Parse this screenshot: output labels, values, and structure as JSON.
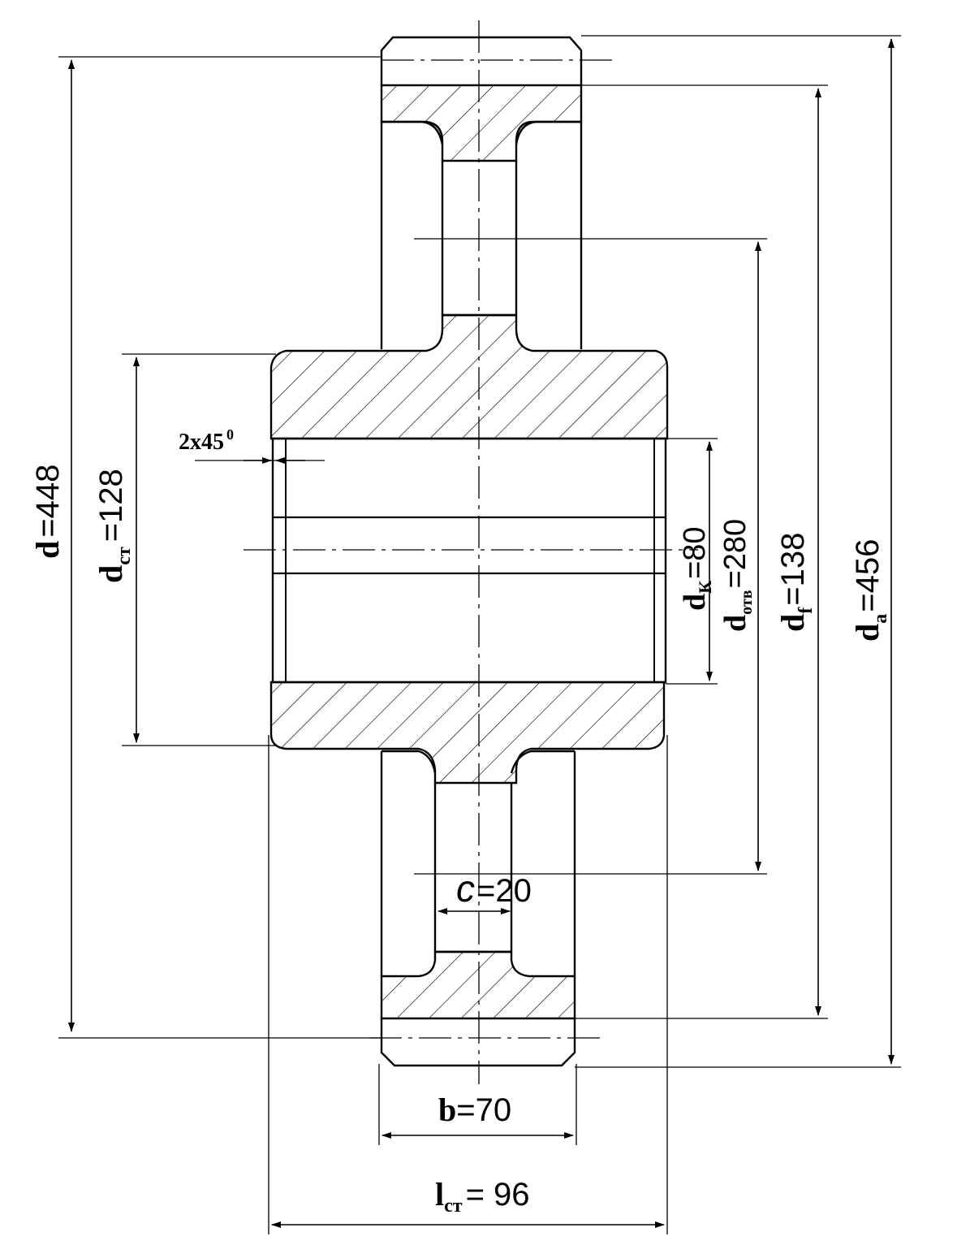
{
  "labels": {
    "d": {
      "sym": "d",
      "val": "=448"
    },
    "d_st": {
      "sym": "d",
      "sub": "ст",
      "val": "=128"
    },
    "chamfer": {
      "text": "2x45",
      "sup": "0"
    },
    "d_k": {
      "sym": "d",
      "sub": "К",
      "val": "=80"
    },
    "d_otv": {
      "sym": "d",
      "sub": "отв",
      "val": "=280"
    },
    "d_f": {
      "sym": "d",
      "sub": "f",
      "val": "=138"
    },
    "d_a": {
      "sym": "d",
      "sub": "a",
      "val": "=456"
    },
    "c": {
      "sym": "c",
      "val": "=20"
    },
    "b": {
      "sym": "b",
      "val": "=70"
    },
    "l_st": {
      "sym": "l",
      "sub": "ст",
      "val": "= 96"
    }
  }
}
